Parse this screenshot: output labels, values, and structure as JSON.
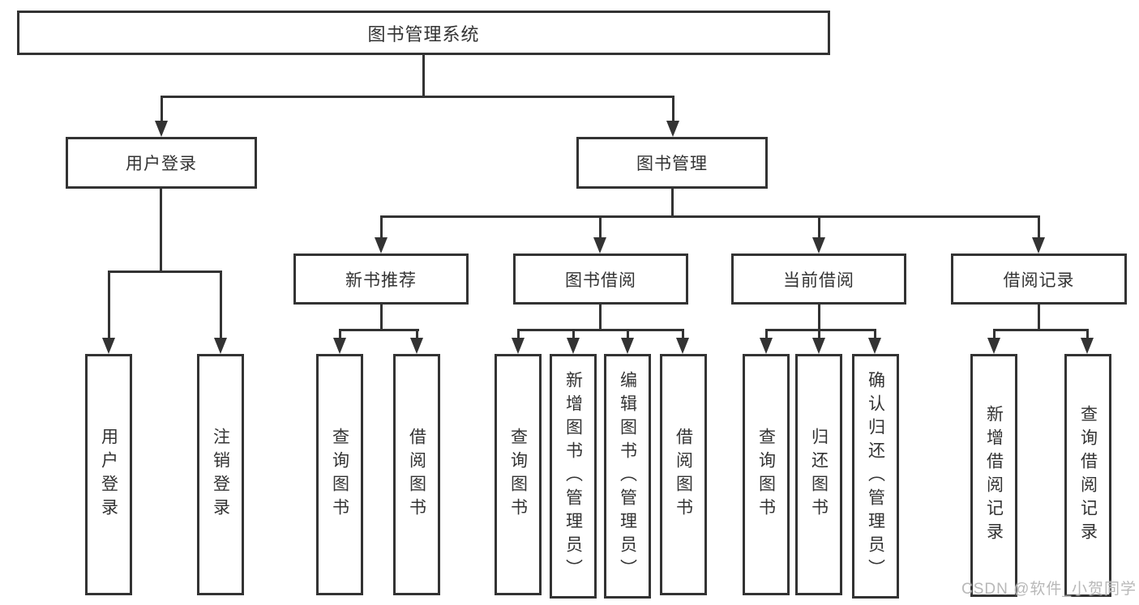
{
  "tree": {
    "root": {
      "label": "图书管理系统"
    },
    "level2": [
      {
        "label": "用户登录"
      },
      {
        "label": "图书管理"
      }
    ],
    "level3": [
      {
        "label": "新书推荐"
      },
      {
        "label": "图书借阅"
      },
      {
        "label": "当前借阅"
      },
      {
        "label": "借阅记录"
      }
    ],
    "leaves": {
      "user_login": [
        "用户登录",
        "注销登录"
      ],
      "new_book_rec": [
        "查询图书",
        "借阅图书"
      ],
      "book_borrow": [
        "查询图书",
        "新增图书（管理员）",
        "编辑图书（管理员）",
        "借阅图书"
      ],
      "current_borrow": [
        "查询图书",
        "归还图书",
        "确认归还（管理员）"
      ],
      "borrow_records": [
        "新增借阅记录",
        "查询借阅记录"
      ]
    }
  },
  "watermark": "CSDN @软件_小贺同学",
  "colors": {
    "line": "#333333",
    "text": "#333333",
    "background": "#ffffff",
    "watermark": "#b8b8b8"
  }
}
